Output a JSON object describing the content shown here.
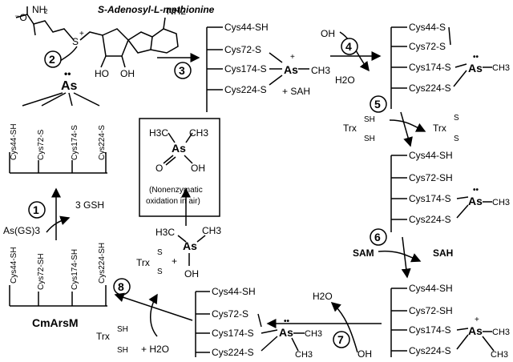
{
  "title": "S-Adenosyl-L-methionine",
  "enzyme": "CmArsM",
  "steps": [
    "1",
    "2",
    "3",
    "4",
    "5",
    "6",
    "7",
    "8"
  ],
  "reagents": {
    "asgs3": "As(GS)3",
    "gsh": "3 GSH",
    "sah": "SAH",
    "plus_sah": "+ SAH",
    "sam": "SAM",
    "hydroxide": "OH",
    "water": "H2O",
    "trx": "Trx",
    "plus_h2o": "+ H2O",
    "sh": "SH",
    "s": "S"
  },
  "residues": [
    "Cys44",
    "Cys72",
    "Cys174",
    "Cys224"
  ],
  "labels": {
    "cys44_sh": "Cys44-SH",
    "cys72_sh": "Cys72-SH",
    "cys72_s": "Cys72-S",
    "cys174_s": "Cys174-S",
    "cys224_s": "Cys224-S",
    "cys44_s": "Cys44-S",
    "cys174_sh": "Cys174-SH",
    "cys224_sh": "Cys224-SH",
    "arsenic": "As",
    "methyl": "CH3",
    "nh2": "NH2",
    "ho": "HO",
    "oh": "OH",
    "o": "O",
    "h3c": "H3C",
    "nonenzymatic_1": "(Nonenzymatic",
    "nonenzymatic_2": "oxidation in air)"
  }
}
